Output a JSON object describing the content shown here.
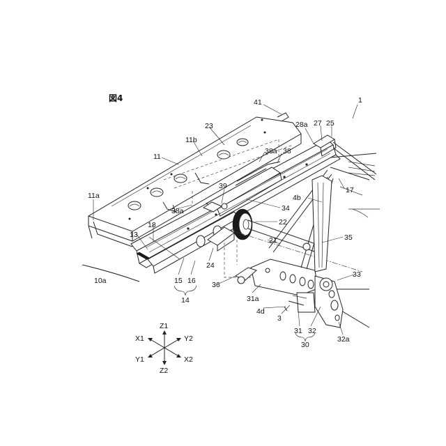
{
  "figure": {
    "title": "図4"
  },
  "labels": {
    "l1": "1",
    "l41": "41",
    "l23": "23",
    "l28a": "28a",
    "l27": "27",
    "l25": "25",
    "l11b": "11b",
    "l11": "11",
    "l38a_top": "38a",
    "l38": "38",
    "l17": "17",
    "l39": "39",
    "l4b": "4b",
    "l11a": "11a",
    "l38a_mid": "38a",
    "l34": "34",
    "l18": "18",
    "l22": "22",
    "l13": "13",
    "l21": "21",
    "l35": "35",
    "l24": "24",
    "l10a": "10a",
    "l33": "33",
    "l15": "15",
    "l16": "16",
    "l36": "36",
    "l14": "14",
    "l31a": "31a",
    "l4d": "4d",
    "l3": "3",
    "l31": "31",
    "l32": "32",
    "l30": "30",
    "l32a": "32a"
  },
  "axes": {
    "z1": "Z1",
    "z2": "Z2",
    "x1": "X1",
    "x2": "X2",
    "y1": "Y1",
    "y2": "Y2"
  }
}
